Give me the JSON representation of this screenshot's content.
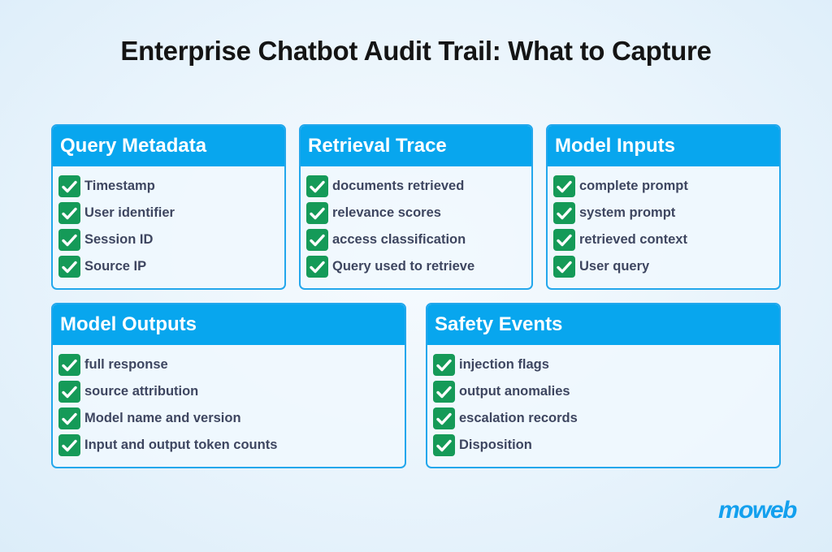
{
  "title": "Enterprise Chatbot Audit Trail: What to Capture",
  "cards": [
    {
      "title": "Query Metadata",
      "items": [
        "Timestamp",
        "User identifier",
        "Session ID",
        "Source IP"
      ]
    },
    {
      "title": "Retrieval Trace",
      "items": [
        "documents retrieved",
        "relevance scores",
        "access classification",
        "Query used to retrieve"
      ]
    },
    {
      "title": "Model Inputs",
      "items": [
        "complete prompt",
        "system prompt",
        "retrieved context",
        "User query"
      ]
    },
    {
      "title": "Model Outputs",
      "items": [
        "full response",
        "source attribution",
        "Model name and version",
        "Input and output token counts"
      ]
    },
    {
      "title": "Safety Events",
      "items": [
        "injection flags",
        "output anomalies",
        "escalation records",
        "Disposition"
      ]
    }
  ],
  "icons": {
    "check": "check-icon"
  },
  "colors": {
    "header": "#08a6ee",
    "border": "#23a7ec",
    "check": "#159a58",
    "text": "#3e4660"
  },
  "logo": "moweb"
}
